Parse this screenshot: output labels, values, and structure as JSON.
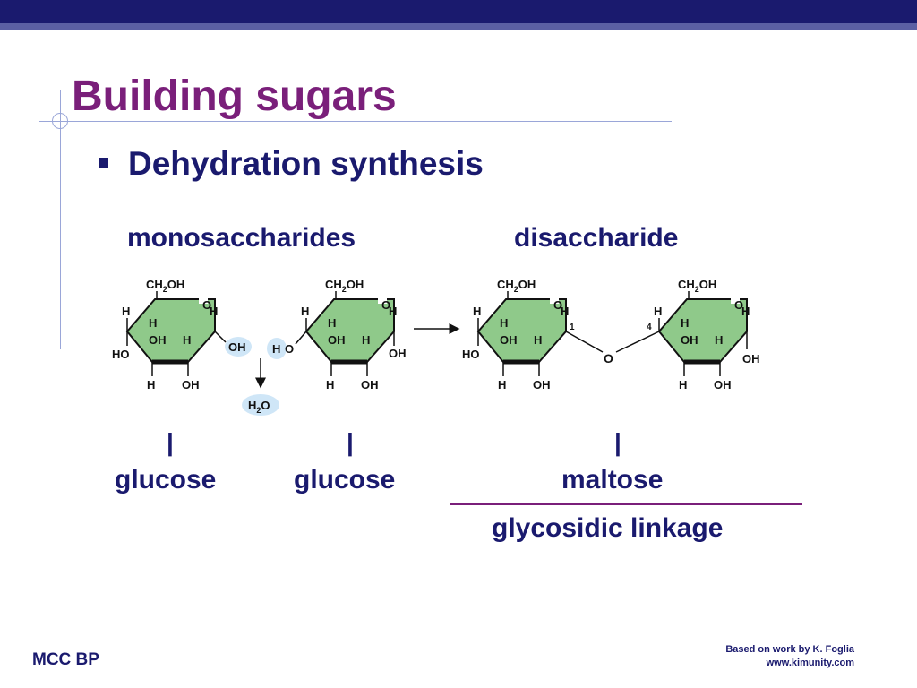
{
  "slide": {
    "title": "Building sugars",
    "bullet": "Dehydration synthesis",
    "label_monosaccharides": "monosaccharides",
    "label_disaccharide": "disaccharide",
    "tick1": "|",
    "tick2": "|",
    "tick3": "|",
    "name_glucose1": "glucose",
    "name_glucose2": "glucose",
    "name_maltose": "maltose",
    "name_linkage": "glycosidic linkage"
  },
  "diagram": {
    "ch2oh": "CH",
    "sub2": "2",
    "oh": "OH",
    "h": "H",
    "o": "O",
    "ho": "HO",
    "water_h": "H",
    "water_o": "O",
    "num1": "1",
    "num4": "4",
    "ring_color": "#8fc98a",
    "bubble_color": "#cfe6f7"
  },
  "footer": {
    "left": "MCC BP",
    "right_line1": "Based on work by K. Foglia",
    "right_line2": "www.kimunity.com"
  }
}
